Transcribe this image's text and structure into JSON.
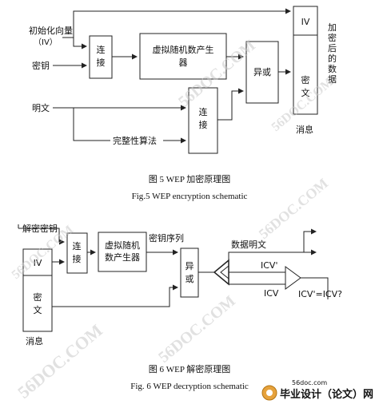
{
  "fig5": {
    "iv_input": [
      "初始化向量",
      "（IV）"
    ],
    "key_input": "密钥",
    "concat_label": [
      "连",
      "接"
    ],
    "prng_label": [
      "虚拟随机数产生",
      "器"
    ],
    "xor_label": "异或",
    "plaintext_label": "明文",
    "concat2_label": [
      "连",
      "接"
    ],
    "integrity_label": "完整性算法",
    "output_iv": "IV",
    "output_cipher": [
      "密",
      "文"
    ],
    "output_side": [
      "加",
      "密",
      "后",
      "的",
      "数",
      "据"
    ],
    "message_label": "消息",
    "caption_cn": "图 5 WEP 加密原理图",
    "caption_en": "Fig.5 WEP encryption schematic"
  },
  "fig6": {
    "key_input": "解密密钥",
    "concat_label": [
      "连",
      "接"
    ],
    "prng_label": [
      "虚拟随机",
      "数产生器"
    ],
    "keystream_label": "密钥序列",
    "xor_label": [
      "异",
      "或"
    ],
    "iv_cell": "IV",
    "cipher_cell": [
      "密",
      "文"
    ],
    "message_label": "消息",
    "plaintext_out": "数据明文",
    "icv_prime": "ICV'",
    "icv": "ICV",
    "compare": "ICV'=ICV?",
    "caption_cn": "图 6 WEP 解密原理图",
    "caption_en": "Fig. 6 WEP decryption schematic"
  },
  "watermarks": [
    "56DOC.COM",
    "56DOC.COM",
    "56DOC.COM",
    "56DOC.COM",
    "56DOC.COM",
    "56DOC.COM"
  ],
  "footer_logo": {
    "url_text": "56doc.com",
    "brand_text": "毕业设计（论文）网"
  }
}
